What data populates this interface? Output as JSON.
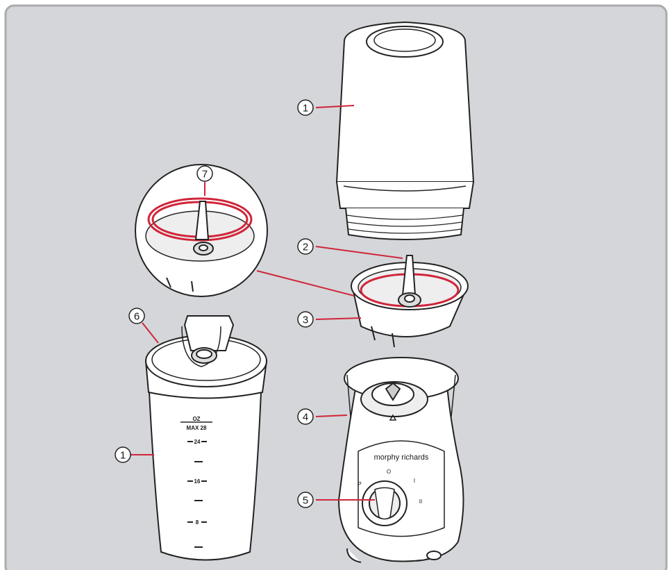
{
  "diagram": {
    "colors": {
      "background": "#d4d6d9",
      "frame_border": "#a9abae",
      "leader": "#d0253a",
      "part_fill": "#ffffff",
      "outline": "#222222"
    },
    "callouts": [
      {
        "id": "c1a",
        "number": "1"
      },
      {
        "id": "c2",
        "number": "2"
      },
      {
        "id": "c3",
        "number": "3"
      },
      {
        "id": "c4",
        "number": "4"
      },
      {
        "id": "c5",
        "number": "5"
      },
      {
        "id": "c6",
        "number": "6"
      },
      {
        "id": "c7",
        "number": "7"
      },
      {
        "id": "c1b",
        "number": "1"
      }
    ],
    "brand": "morphy richards",
    "dial": {
      "p": "P",
      "o": "O",
      "i": "I",
      "ii": "II"
    },
    "scale": {
      "unit": "OZ",
      "max": "MAX 28",
      "marks": [
        "24",
        "16",
        "8"
      ]
    }
  }
}
